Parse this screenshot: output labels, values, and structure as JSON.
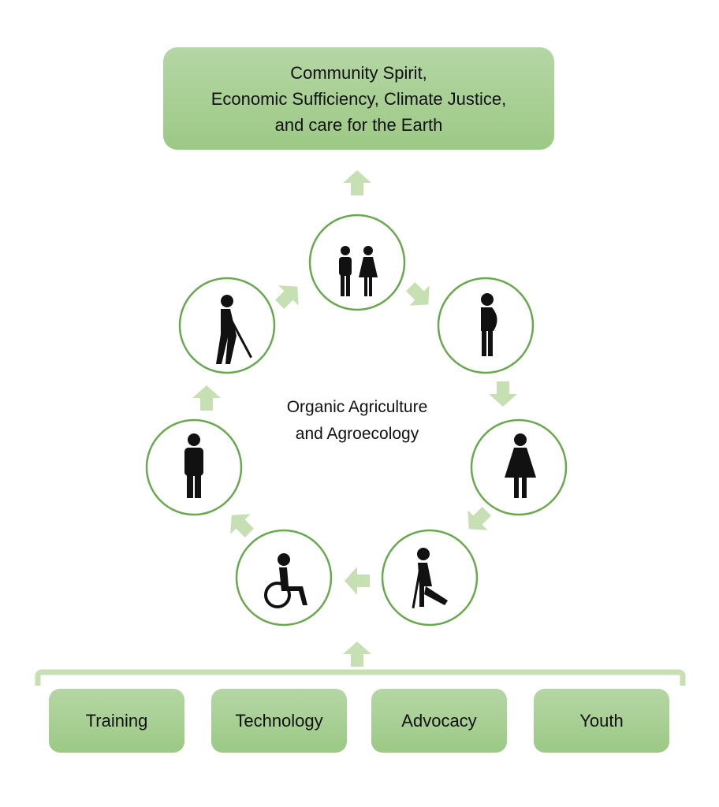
{
  "goal": {
    "lines": [
      "Community Spirit,",
      "Economic Sufficiency, Climate Justice,",
      "and care for the Earth"
    ]
  },
  "center": {
    "line1": "Organic Agriculture",
    "line2": "and Agroecology"
  },
  "pillars": [
    "Training",
    "Technology",
    "Advocacy",
    "Youth"
  ],
  "cycle_icons": [
    "children-icon",
    "pregnant-woman-icon",
    "woman-icon",
    "injured-person-crutch-icon",
    "wheelchair-user-icon",
    "man-icon",
    "elderly-cane-icon"
  ],
  "colors": {
    "box": "#a8d096",
    "arrow": "#c6e0b4",
    "ring": "#6aa84f"
  }
}
